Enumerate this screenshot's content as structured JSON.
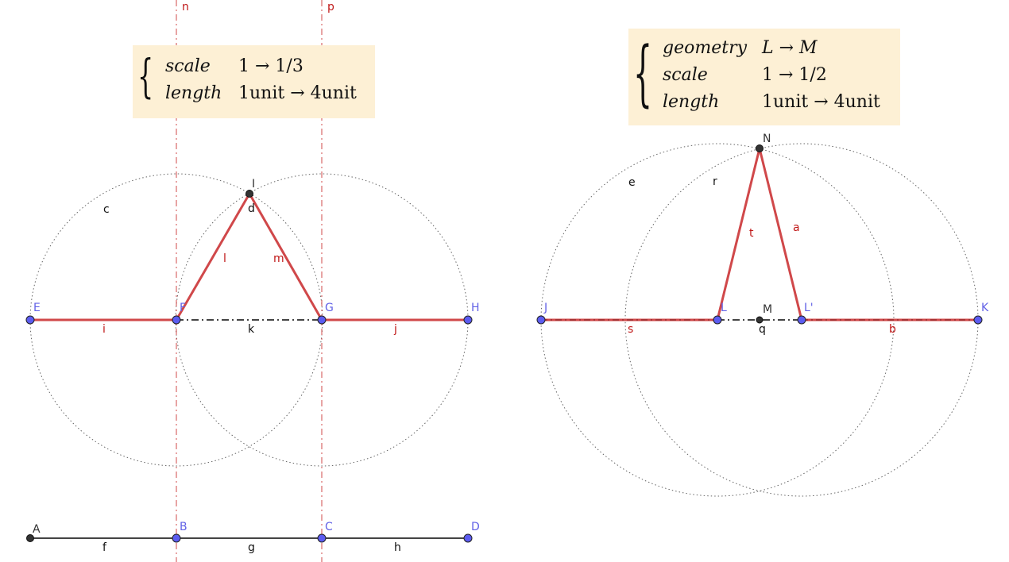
{
  "colors": {
    "red": "#d0484a",
    "point_blue": "#5c5cf0",
    "point_dark": "#333333",
    "label_blue": "#6262e6",
    "label_red": "#c01818",
    "box_bg": "#fdf0d5"
  },
  "left_box": {
    "rows": [
      {
        "key": "scale",
        "value": "1 → 1/3"
      },
      {
        "key": "length",
        "value": "1unit → 4unit"
      }
    ]
  },
  "right_box": {
    "rows": [
      {
        "key": "geometry",
        "value": "L → M"
      },
      {
        "key": "scale",
        "value": "1 → 1/2"
      },
      {
        "key": "length",
        "value": "1unit → 4unit"
      }
    ]
  },
  "points": {
    "A": "A",
    "B": "B",
    "C": "C",
    "D": "D",
    "E": "E",
    "F": "F",
    "G": "G",
    "H": "H",
    "I": "I",
    "J": "J",
    "K": "K",
    "L": "L",
    "L2": "L'",
    "M": "M",
    "N": "N"
  },
  "segments": {
    "f": "f",
    "g": "g",
    "h": "h",
    "i": "i",
    "j": "j",
    "k": "k",
    "l": "l",
    "m": "m",
    "d": "d",
    "c": "c",
    "n": "n",
    "p": "p",
    "s": "s",
    "b": "b",
    "q": "q",
    "t": "t",
    "a": "a",
    "e": "e",
    "r": "r"
  }
}
